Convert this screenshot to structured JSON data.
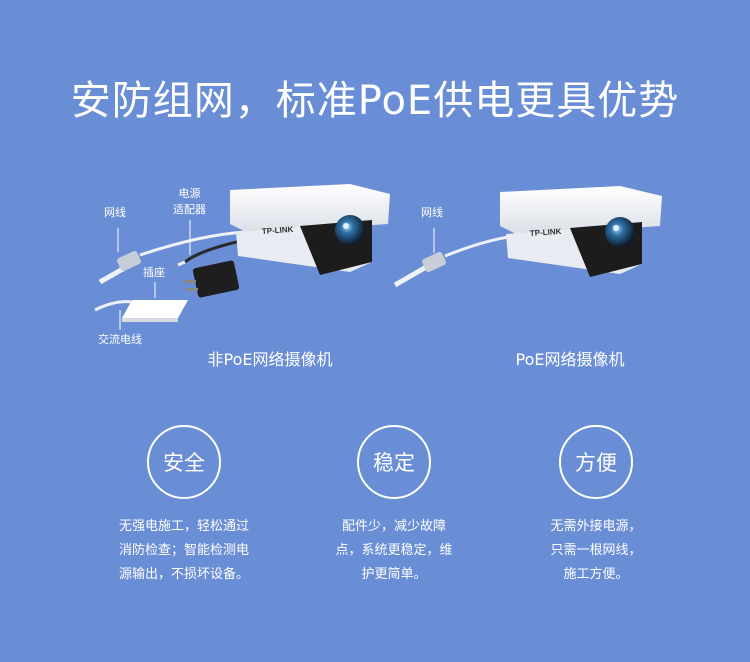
{
  "headline": "安防组网，标准PoE供电更具优势",
  "left_camera": {
    "caption": "非PoE网络摄像机",
    "brand": "TP-LINK",
    "labels": {
      "network_cable": "网线",
      "power_adapter_line1": "电源",
      "power_adapter_line2": "适配器",
      "socket": "插座",
      "ac_cable": "交流电线"
    }
  },
  "right_camera": {
    "caption": "PoE网络摄像机",
    "brand": "TP-LINK",
    "labels": {
      "network_cable": "网线"
    }
  },
  "features": [
    {
      "title": "安全",
      "lines": [
        "无强电施工，轻松通过",
        "消防检查；智能检测电",
        "源输出，不损坏设备。"
      ]
    },
    {
      "title": "稳定",
      "lines": [
        "配件少，减少故障",
        "点，系统更稳定，维",
        "护更简单。"
      ]
    },
    {
      "title": "方便",
      "lines": [
        "无需外接电源，",
        "只需一根网线，",
        "施工方便。"
      ]
    }
  ],
  "colors": {
    "background": "#6a8ed6",
    "text": "#ffffff"
  }
}
